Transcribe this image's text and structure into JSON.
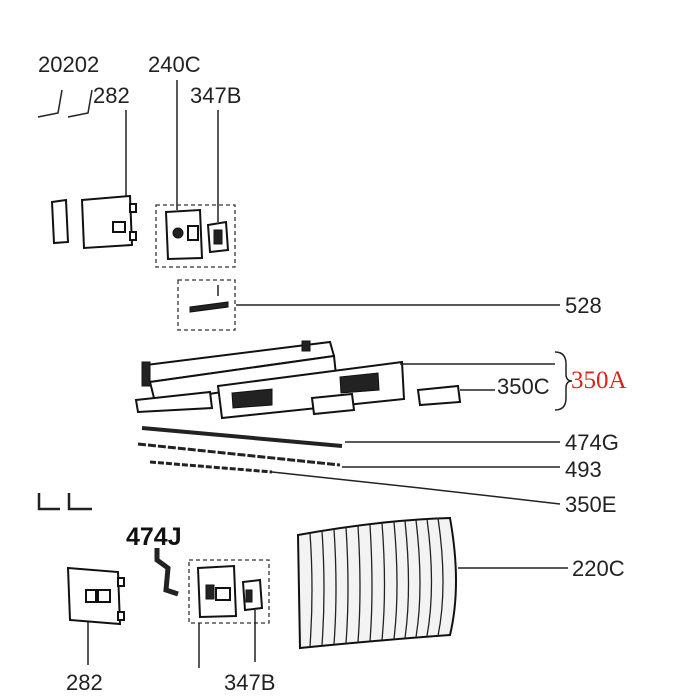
{
  "labels": {
    "l20202": "20202",
    "l240C": "240C",
    "l282": "282",
    "l347B": "347B",
    "l528": "528",
    "l350A": "350A",
    "l350C": "350C",
    "l474G": "474G",
    "l493": "493",
    "l350E": "350E",
    "l474J": "474J",
    "l220C": "220C",
    "l282_bottom": "282",
    "l347B_bottom": "347B"
  },
  "colors": {
    "highlight_label": "#e0201c"
  }
}
